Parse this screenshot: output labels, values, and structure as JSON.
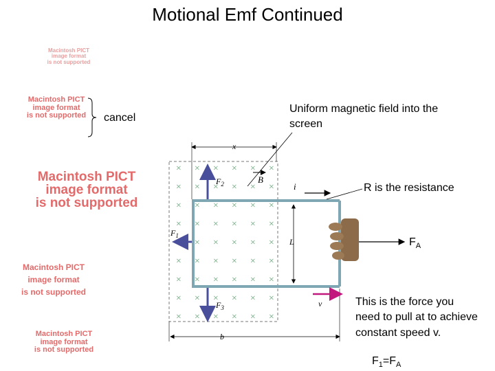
{
  "slide": {
    "title": "Motional Emf Continued",
    "cancel_label": "cancel",
    "field_label": "Uniform magnetic field into the screen",
    "resistance_label": "R is the resistance",
    "force_main": "F",
    "force_sub": "A",
    "force_desc": "This is the force you need to pull at to achieve constant speed v.",
    "eq_f": "F",
    "eq_sub1": "1",
    "eq_mid": "=F",
    "eq_sub2": "A"
  },
  "pict_placeholders": [
    {
      "line1": "Macintosh PICT",
      "line2": "image format",
      "line3": "is not supported"
    },
    {
      "line1": "Macintosh PICT",
      "line2": "image format",
      "line3": "is not supported"
    },
    {
      "line1": "Macintosh PICT",
      "line2": "image format",
      "line3": "is not supported"
    },
    {
      "line1": "Macintosh PICT",
      "line2": "image format",
      "line3": "is not supported"
    },
    {
      "line1": "Macintosh PICT",
      "line2": "image format",
      "line3": "is not supported"
    }
  ],
  "diagram": {
    "label_x": "x",
    "label_b": "b",
    "label_L": "L",
    "label_i": "i",
    "label_B": "B",
    "label_F1": "F",
    "label_F1_sub": "1",
    "label_F2": "F",
    "label_F2_sub": "2",
    "label_F3": "F",
    "label_F3_sub": "3",
    "label_v": "v",
    "field_symbol": "×",
    "colors": {
      "loop": "#7fa6b3",
      "force": "#4a4f9c",
      "velocity": "#c2187d",
      "field": "#6aa87a"
    }
  }
}
